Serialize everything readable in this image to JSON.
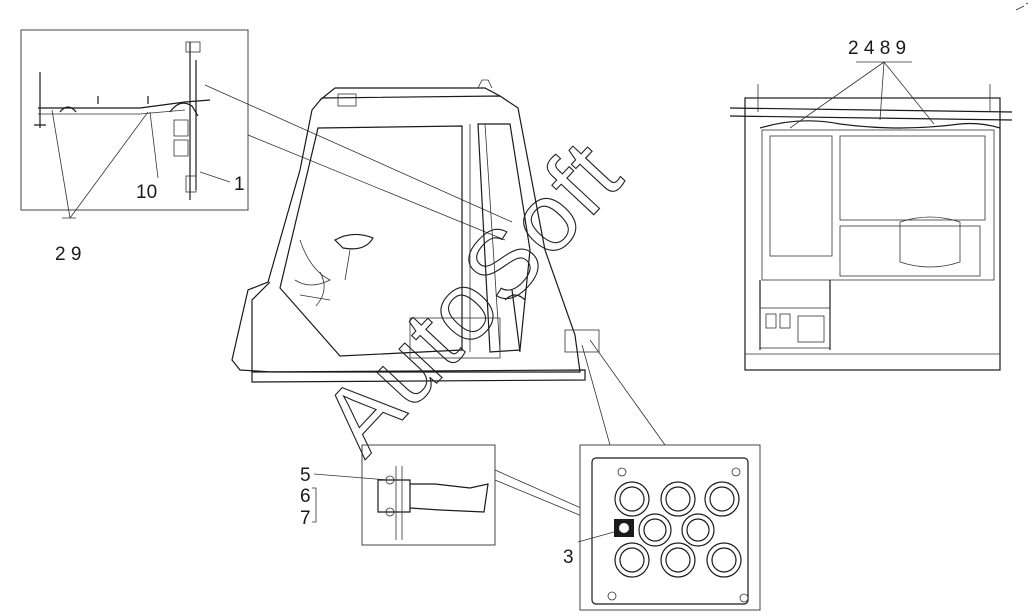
{
  "callouts": {
    "top_left_1": "1",
    "top_left_10": "10",
    "top_left_29": "2 9",
    "top_right_2489": "2 4 8 9",
    "detail_5": "5",
    "detail_6": "6",
    "detail_7": "7",
    "detail_3": "3"
  },
  "watermark": "AutoSoft"
}
